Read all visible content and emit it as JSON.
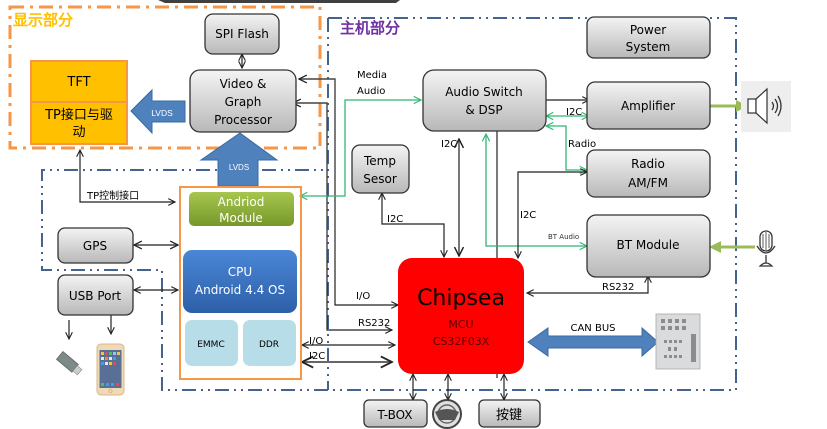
{
  "sections": {
    "display": "显示部分",
    "host": "主机部分"
  },
  "blocks": {
    "spi_flash": "SPI Flash",
    "video_proc": [
      "Video &",
      "Graph",
      "Processor"
    ],
    "tft": "TFT",
    "tp_driver": [
      "TP接口与驱",
      "动"
    ],
    "power": [
      "Power",
      "System"
    ],
    "audio_dsp": [
      "Audio Switch",
      "& DSP"
    ],
    "amplifier": "Amplifier",
    "radio": [
      "Radio",
      "AM/FM"
    ],
    "bt_module": "BT Module",
    "temp_sensor": [
      "Temp",
      "Sesor"
    ],
    "gps": "GPS",
    "usb_port": "USB Port",
    "android_module": [
      "Andriod",
      "Module"
    ],
    "cpu": [
      "CPU",
      "Android 4.4 OS"
    ],
    "emmc": "EMMC",
    "ddr": "DDR",
    "mcu": {
      "brand": "Chipsea",
      "type": "MCU",
      "model": "CS32F03X"
    },
    "tbox": "T-BOX",
    "keys": "按键"
  },
  "labels": {
    "lvds_left": "LVDS",
    "lvds_up": "LVDS",
    "media_audio": [
      "Media",
      "Audio"
    ],
    "tp_ctrl": "TP控制接口",
    "i2c_amp": "I2C",
    "radio_line": "Radio",
    "i2c_dsp": "I2C",
    "i2c_temp": "I2C",
    "i2c_radio": "I2C",
    "bt_audio": "BT Audio",
    "io_1": "I/O",
    "rs232_cpu": "RS232",
    "io_2": "I/O",
    "i2c_ddr": "I2C",
    "rs232_bt": "RS232",
    "can_bus": "CAN BUS"
  },
  "icons": {
    "speaker": "speaker-icon",
    "microphone": "microphone-icon",
    "usb_drive": "usb-drive-icon",
    "phone": "phone-icon",
    "steering_wheel": "steering-wheel-icon",
    "can_connector": "can-connector-icon"
  },
  "colors": {
    "display_border": "#f79646",
    "host_border": "#44648f",
    "tft_fill": "#ffc000",
    "mcu_fill": "#ff0000",
    "cpu_fill": "#3a72c0",
    "android_fill": "#8db33a",
    "mem_fill": "#b7dde8",
    "green_line": "#2eb872",
    "olive_arrow": "#9bbb59",
    "blue_arrow": "#4f81bd",
    "section_title_display": "#ffc000",
    "section_title_host": "#7030a0"
  }
}
